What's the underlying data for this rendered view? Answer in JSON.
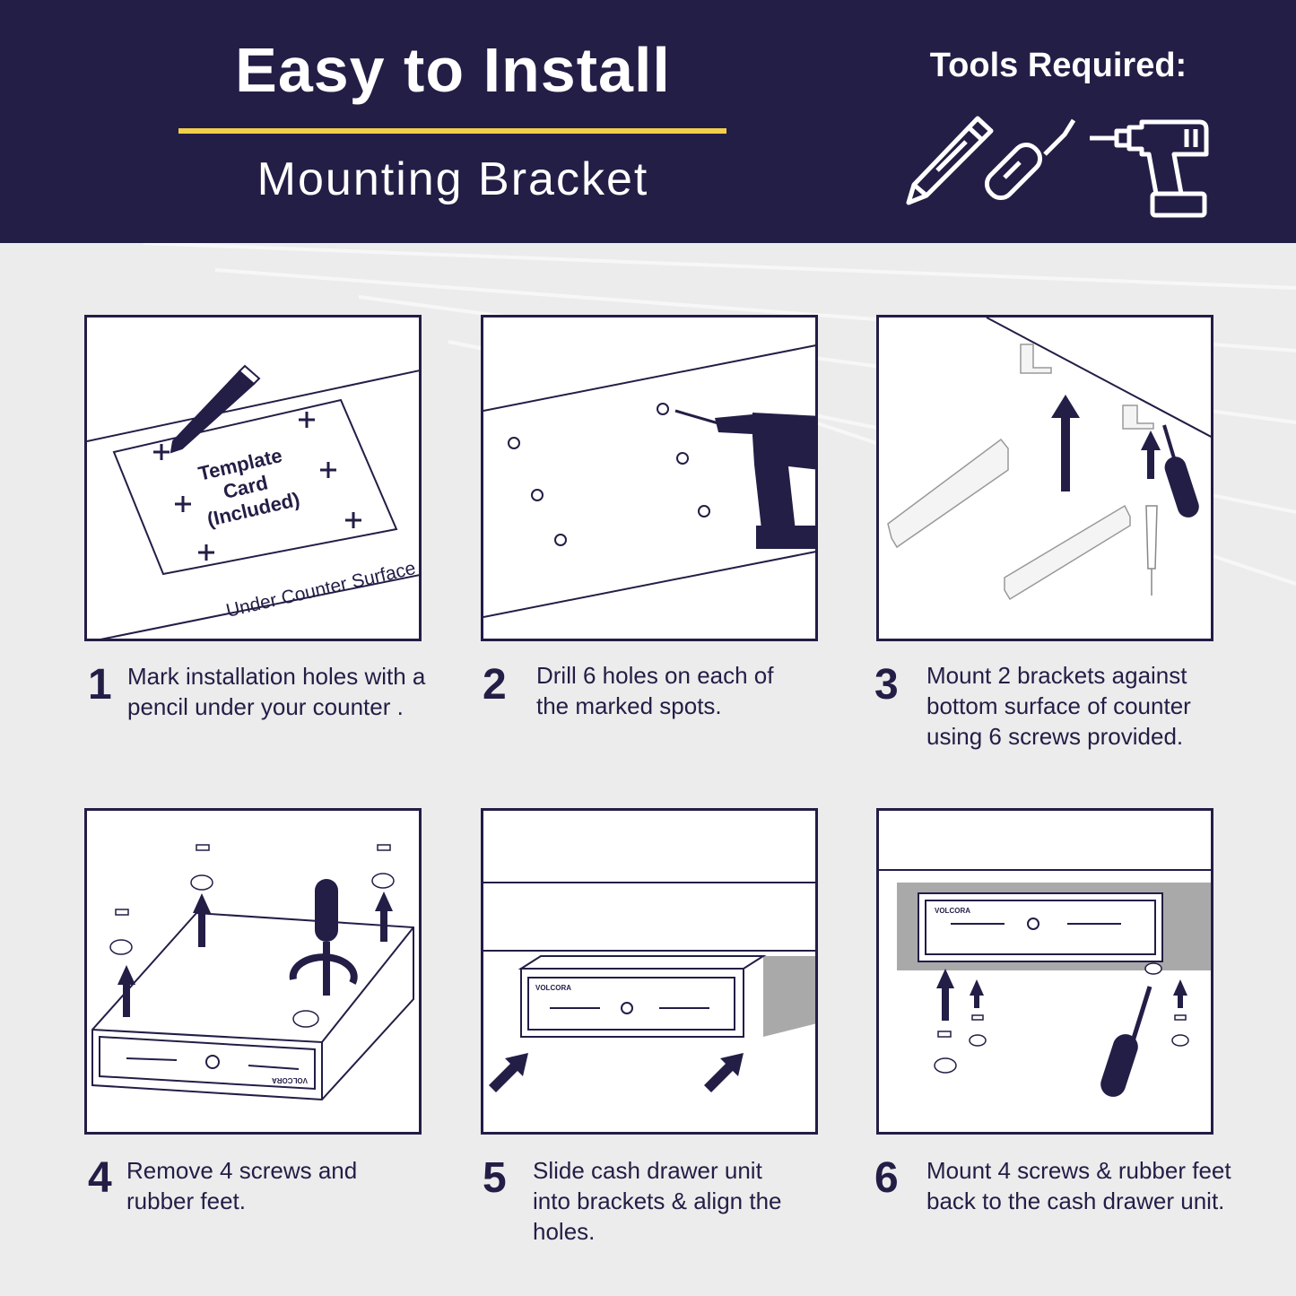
{
  "header": {
    "title": "Easy to Install",
    "subtitle": "Mounting Bracket",
    "tools_title": "Tools Required:",
    "tool_icons": [
      "pencil-icon",
      "screwdriver-icon",
      "power-drill-icon"
    ],
    "accent_color": "#f2cf4a",
    "background_color": "#221e46"
  },
  "panel1": {
    "card_text": [
      "Template",
      "Card",
      "(Included)"
    ],
    "surface_label": "Under Counter Surface"
  },
  "drawer_brand": "VOLCORA",
  "steps": [
    {
      "number": "1",
      "text": "Mark installation holes with a pencil under your counter ."
    },
    {
      "number": "2",
      "text": "Drill 6 holes on each of the marked spots."
    },
    {
      "number": "3",
      "text": "Mount 2 brackets against bottom surface of counter using 6 screws provided."
    },
    {
      "number": "4",
      "text": "Remove 4 screws and rubber feet."
    },
    {
      "number": "5",
      "text": "Slide cash drawer unit into brackets & align the holes."
    },
    {
      "number": "6",
      "text": "Mount 4 screws & rubber feet back to the cash drawer unit."
    }
  ]
}
